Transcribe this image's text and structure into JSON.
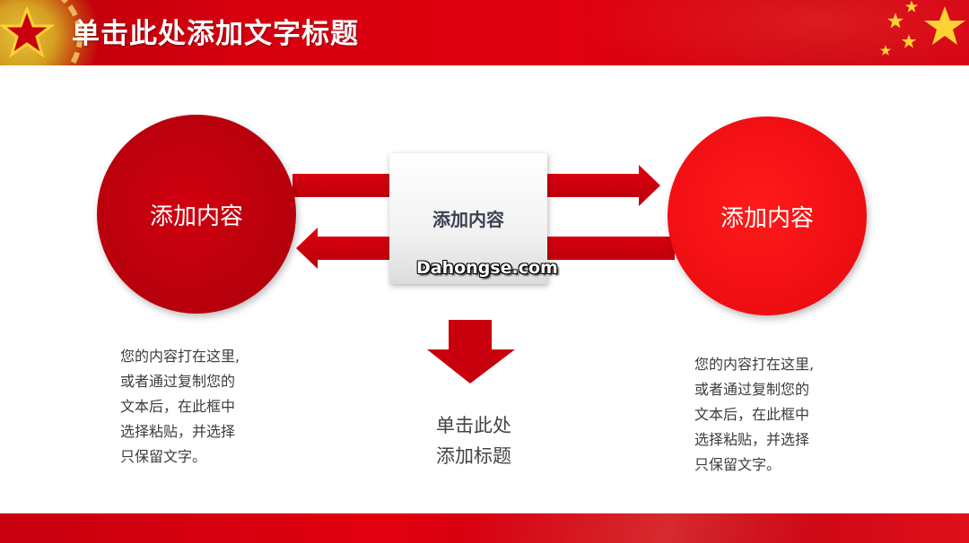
{
  "slide": {
    "title": "单击此处添加文字标题",
    "left_circle": {
      "label": "添加内容"
    },
    "right_circle": {
      "label": "添加内容"
    },
    "center_box": {
      "label": "添加内容"
    },
    "watermark": "Dahongse.com",
    "left_text": [
      "您的内容打在这里,",
      "或者通过复制您的",
      "文本后，在此框中",
      "选择粘贴，并选择",
      "只保留文字。"
    ],
    "right_text": [
      "您的内容打在这里,",
      "或者通过复制您的",
      "文本后，在此框中",
      "选择粘贴，并选择",
      "只保留文字。"
    ],
    "center_caption": [
      "单击此处",
      "添加标题"
    ]
  },
  "colors": {
    "banner_red": "#d8000f",
    "dark_red": "#b5000c",
    "bright_red": "#ee0d12",
    "arrow_red": "#c8000e",
    "gold": "#ffd233"
  },
  "icons": [
    "star-icon",
    "arrow-right-icon",
    "arrow-left-icon",
    "arrow-down-icon"
  ]
}
